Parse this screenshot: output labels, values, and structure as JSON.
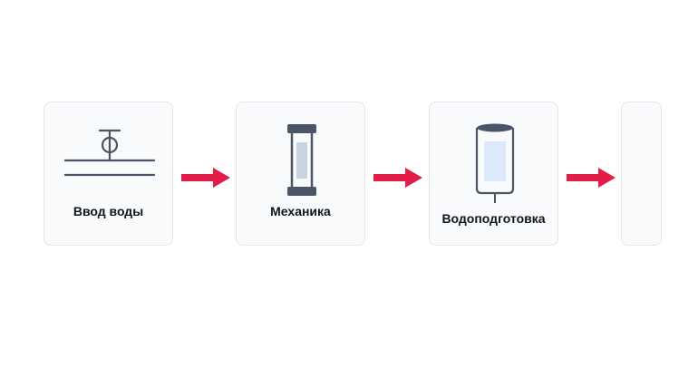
{
  "steps": [
    {
      "label": "Ввод воды",
      "icon": "water-inlet-pipe-icon"
    },
    {
      "label": "Механика",
      "icon": "mechanical-filter-icon"
    },
    {
      "label": "Водоподготовка",
      "icon": "treatment-tank-icon"
    },
    {
      "label": "",
      "icon": ""
    }
  ],
  "colors": {
    "card_background": "#f9fafb",
    "card_border": "#e4e6ea",
    "icon_stroke": "#4a5568",
    "filter_media": "#c9d3e0",
    "tank_media": "#dce9fb",
    "arrow": "#e11d48",
    "label_text": "#111418"
  }
}
